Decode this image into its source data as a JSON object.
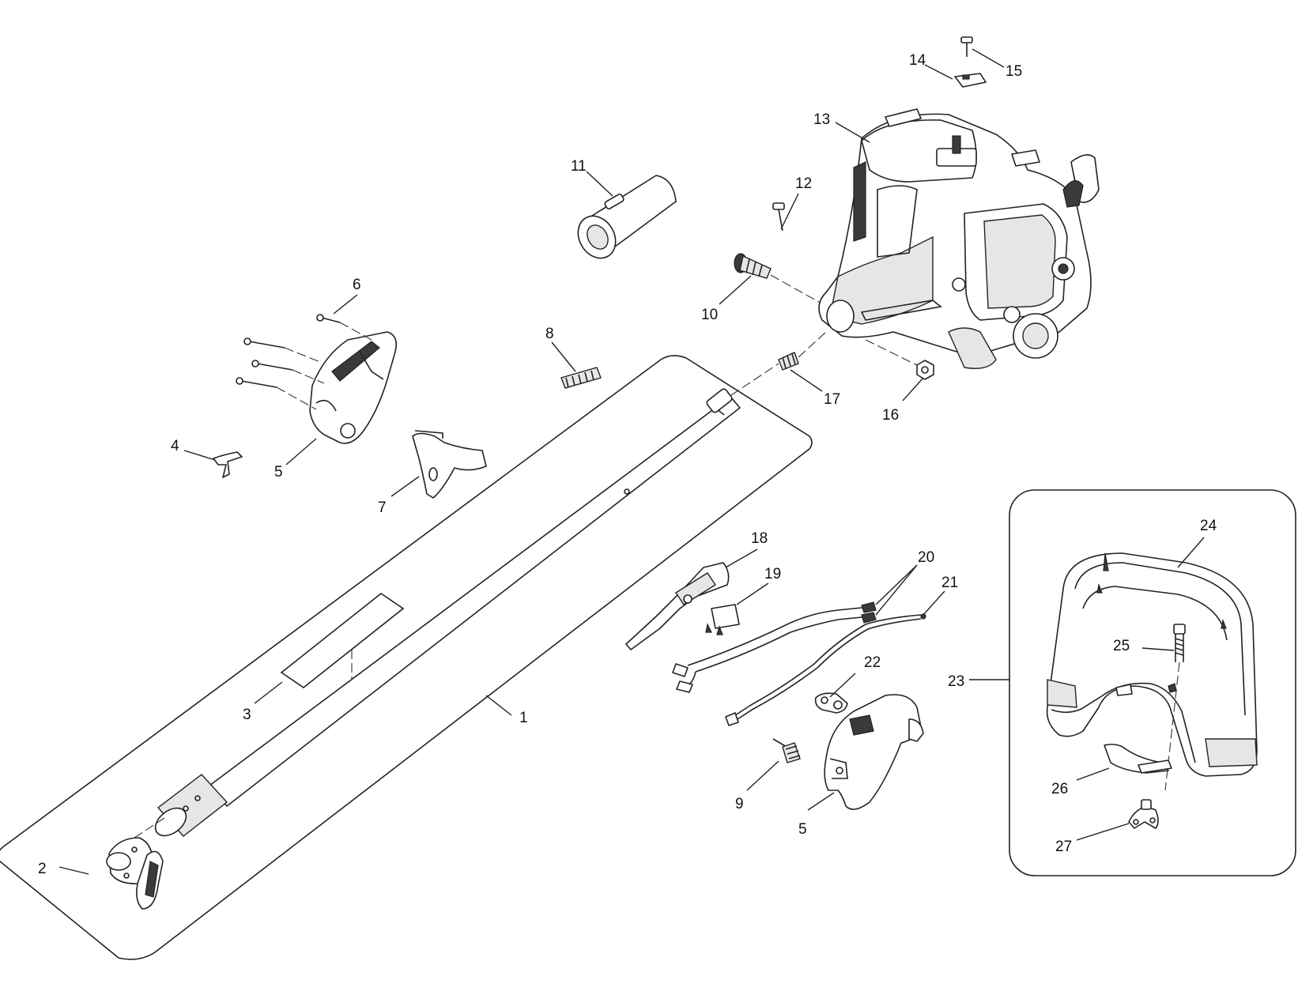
{
  "diagram": {
    "callouts": [
      {
        "id": "c1",
        "label": "1"
      },
      {
        "id": "c2",
        "label": "2"
      },
      {
        "id": "c3",
        "label": "3"
      },
      {
        "id": "c4",
        "label": "4"
      },
      {
        "id": "c5a",
        "label": "5"
      },
      {
        "id": "c5b",
        "label": "5"
      },
      {
        "id": "c6",
        "label": "6"
      },
      {
        "id": "c7",
        "label": "7"
      },
      {
        "id": "c8",
        "label": "8"
      },
      {
        "id": "c9",
        "label": "9"
      },
      {
        "id": "c10",
        "label": "10"
      },
      {
        "id": "c11",
        "label": "11"
      },
      {
        "id": "c12",
        "label": "12"
      },
      {
        "id": "c13",
        "label": "13"
      },
      {
        "id": "c14",
        "label": "14"
      },
      {
        "id": "c15",
        "label": "15"
      },
      {
        "id": "c16",
        "label": "16"
      },
      {
        "id": "c17",
        "label": "17"
      },
      {
        "id": "c18",
        "label": "18"
      },
      {
        "id": "c19",
        "label": "19"
      },
      {
        "id": "c20",
        "label": "20"
      },
      {
        "id": "c21",
        "label": "21"
      },
      {
        "id": "c22",
        "label": "22"
      },
      {
        "id": "c23",
        "label": "23"
      },
      {
        "id": "c24",
        "label": "24"
      },
      {
        "id": "c25",
        "label": "25"
      },
      {
        "id": "c26",
        "label": "26"
      },
      {
        "id": "c27",
        "label": "27"
      }
    ]
  }
}
